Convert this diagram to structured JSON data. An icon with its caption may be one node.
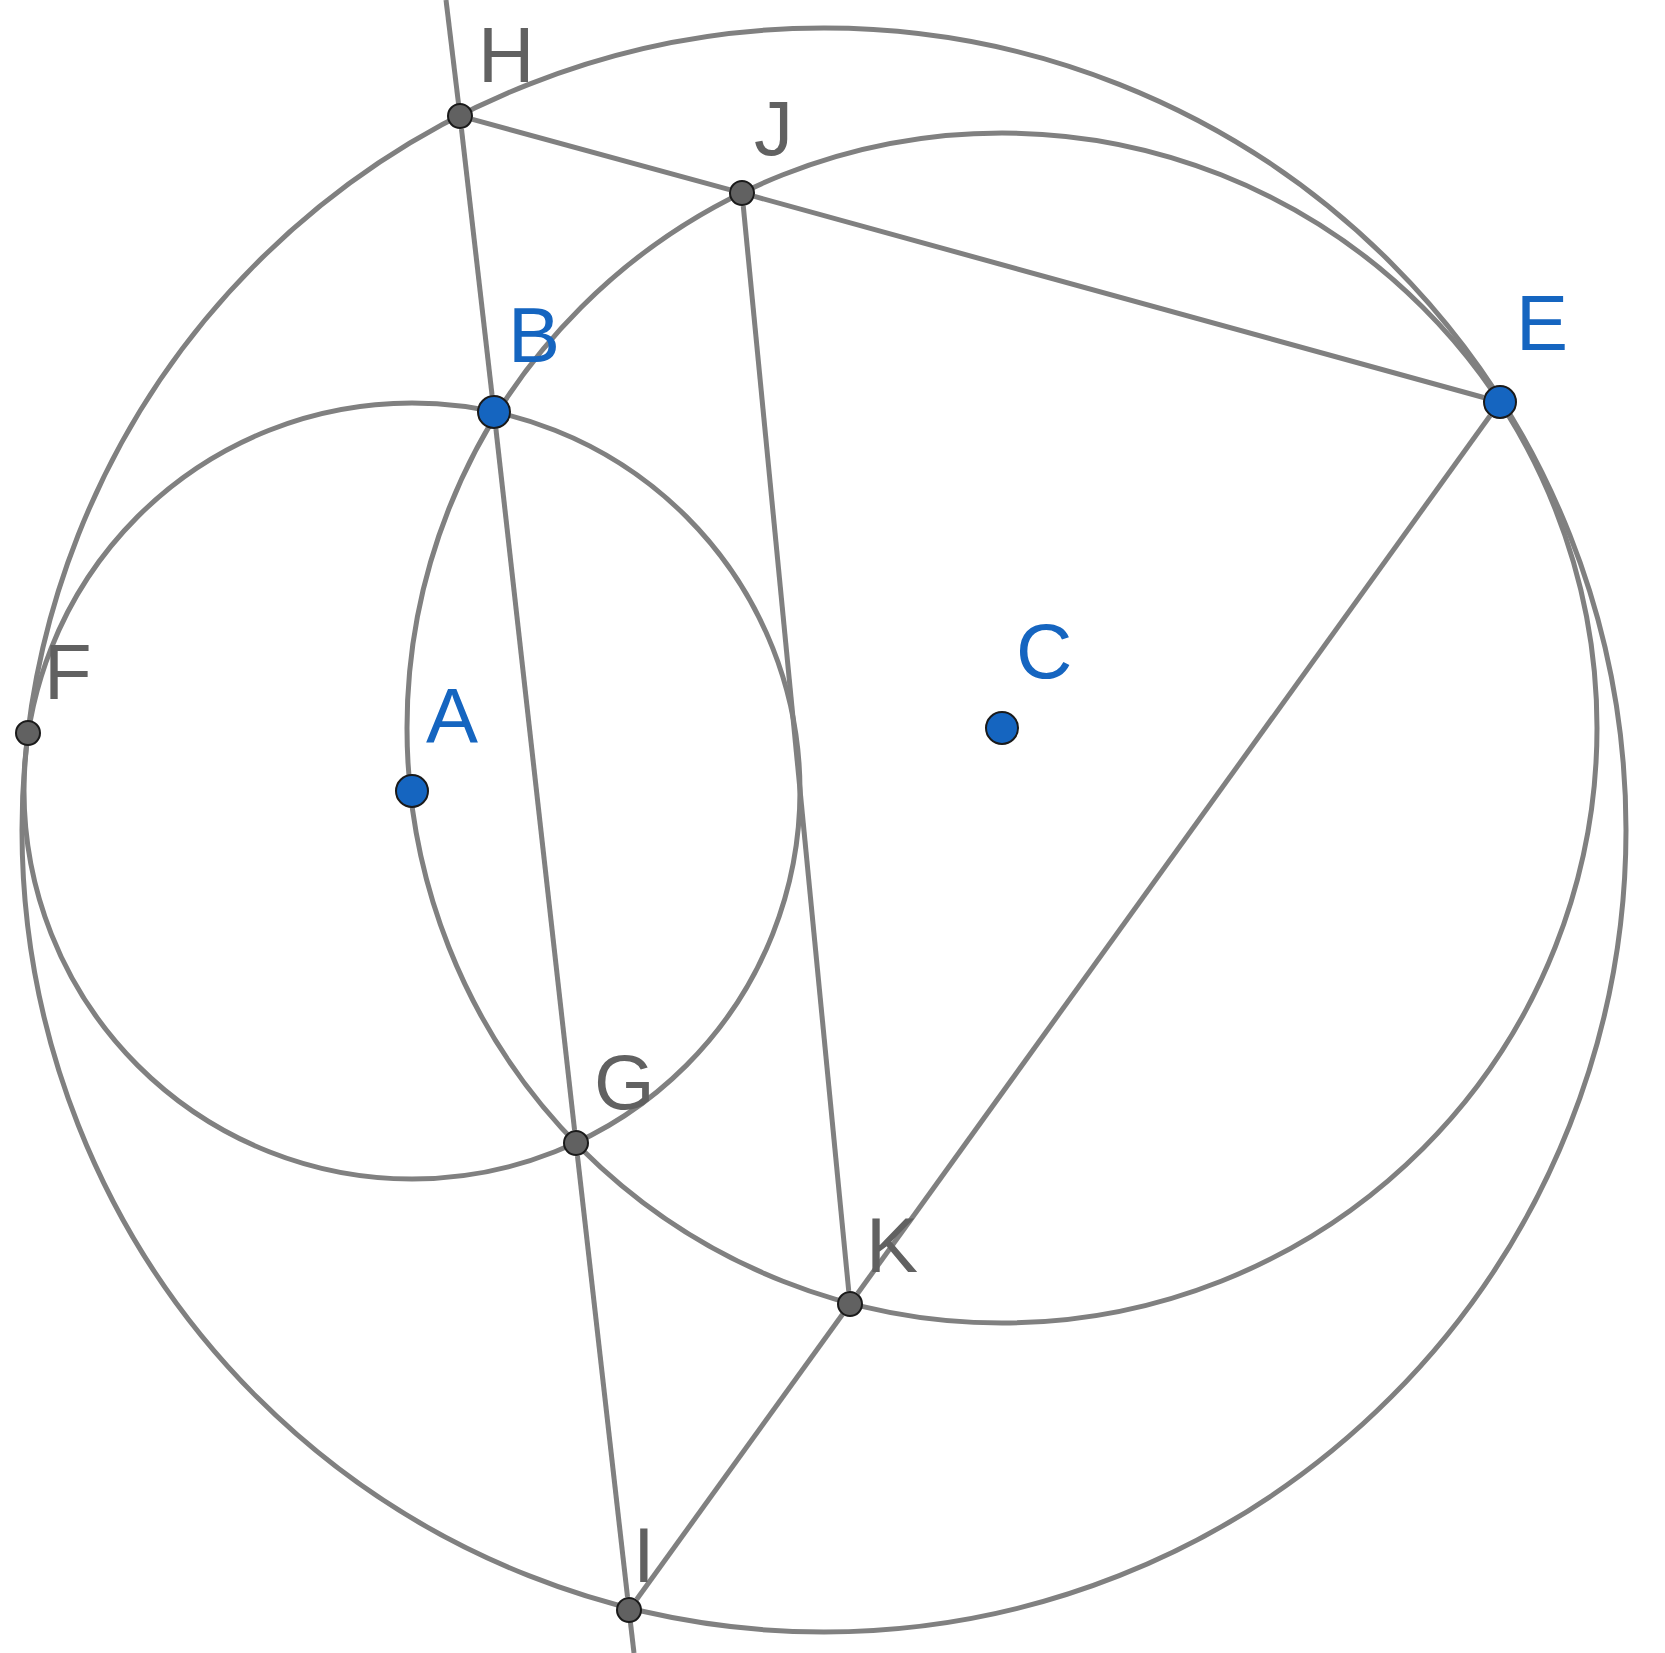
{
  "diagram": {
    "nodes": [
      {
        "text": [
          "H"
        ]
      },
      {
        "text": [
          "J"
        ]
      },
      {
        "text": [
          "E"
        ]
      },
      {
        "text": [
          "B"
        ]
      },
      {
        "text": [
          "C"
        ]
      },
      {
        "text": [
          "F"
        ]
      },
      {
        "text": [
          "A"
        ]
      },
      {
        "text": [
          "G"
        ]
      },
      {
        "text": [
          "K"
        ]
      },
      {
        "text": [
          "I"
        ]
      }
    ],
    "edges": [
      {
        "from": 0,
        "to": 3,
        "arrow": "none"
      },
      {
        "from": 3,
        "to": 7,
        "arrow": "none"
      },
      {
        "from": 7,
        "to": 9,
        "arrow": "none"
      },
      {
        "from": 0,
        "to": 1,
        "arrow": "none"
      },
      {
        "from": 1,
        "to": 2,
        "arrow": "none"
      },
      {
        "from": 2,
        "to": 8,
        "arrow": "none"
      },
      {
        "from": 8,
        "to": 9,
        "arrow": "none"
      },
      {
        "from": 1,
        "to": 8,
        "arrow": "none"
      }
    ]
  }
}
